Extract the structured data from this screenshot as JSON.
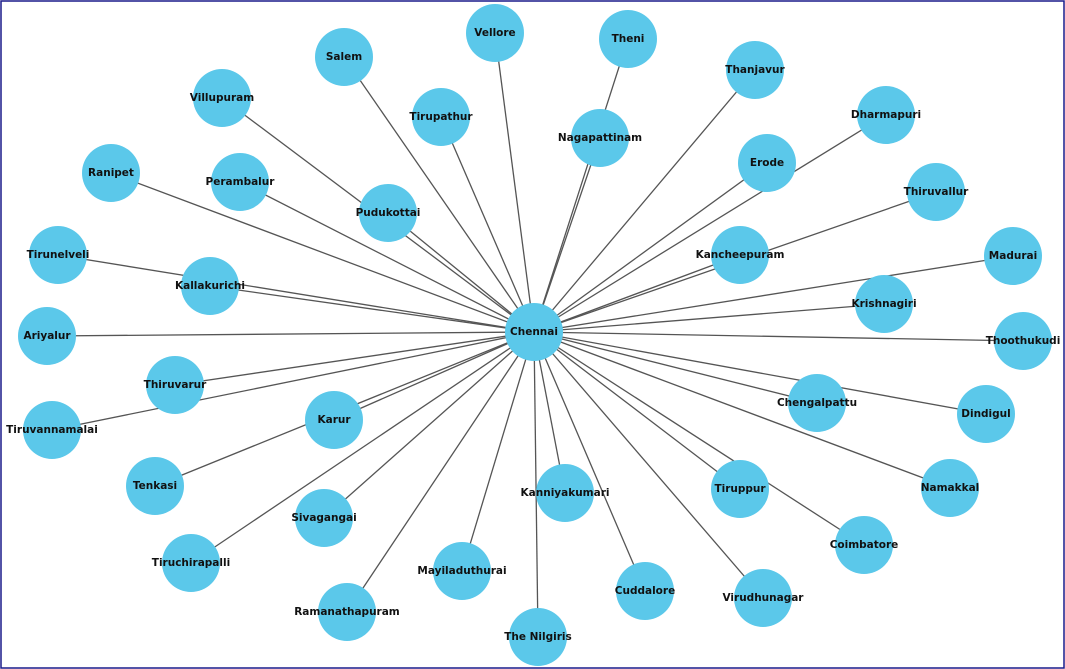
{
  "hub": {
    "id": "chennai",
    "label": "Chennai"
  },
  "nodes": [
    {
      "id": "salem",
      "label": "Salem"
    },
    {
      "id": "vellore",
      "label": "Vellore"
    },
    {
      "id": "theni",
      "label": "Theni"
    },
    {
      "id": "thanjavur",
      "label": "Thanjavur"
    },
    {
      "id": "villupuram",
      "label": "Villupuram"
    },
    {
      "id": "tirupathur",
      "label": "Tirupathur"
    },
    {
      "id": "nagapattinam",
      "label": "Nagapattinam"
    },
    {
      "id": "dharmapuri",
      "label": "Dharmapuri"
    },
    {
      "id": "ranipet",
      "label": "Ranipet"
    },
    {
      "id": "perambalur",
      "label": "Perambalur"
    },
    {
      "id": "erode",
      "label": "Erode"
    },
    {
      "id": "pudukottai",
      "label": "Pudukottai"
    },
    {
      "id": "thiruvallur",
      "label": "Thiruvallur"
    },
    {
      "id": "tirunelveli",
      "label": "Tirunelveli"
    },
    {
      "id": "kancheepuram",
      "label": "Kancheepuram"
    },
    {
      "id": "madurai",
      "label": "Madurai"
    },
    {
      "id": "kallakurichi",
      "label": "Kallakurichi"
    },
    {
      "id": "krishnagiri",
      "label": "Krishnagiri"
    },
    {
      "id": "ariyalur",
      "label": "Ariyalur"
    },
    {
      "id": "thoothukudi",
      "label": "Thoothukudi"
    },
    {
      "id": "thiruvarur",
      "label": "Thiruvarur"
    },
    {
      "id": "chengalpattu",
      "label": "Chengalpattu"
    },
    {
      "id": "dindigul",
      "label": "Dindigul"
    },
    {
      "id": "tiruvannamalai",
      "label": "Tiruvannamalai"
    },
    {
      "id": "karur",
      "label": "Karur"
    },
    {
      "id": "tenkasi",
      "label": "Tenkasi"
    },
    {
      "id": "kanniyakumari",
      "label": "Kanniyakumari"
    },
    {
      "id": "tiruppur",
      "label": "Tiruppur"
    },
    {
      "id": "namakkal",
      "label": "Namakkal"
    },
    {
      "id": "sivagangai",
      "label": "Sivagangai"
    },
    {
      "id": "coimbatore",
      "label": "Coimbatore"
    },
    {
      "id": "tiruchirapalli",
      "label": "Tiruchirapalli"
    },
    {
      "id": "mayiladuthurai",
      "label": "Mayiladuthurai"
    },
    {
      "id": "cuddalore",
      "label": "Cuddalore"
    },
    {
      "id": "virudhunagar",
      "label": "Virudhunagar"
    },
    {
      "id": "ramanathapuram",
      "label": "Ramanathapuram"
    },
    {
      "id": "the-nilgiris",
      "label": "The Nilgiris"
    }
  ],
  "colors": {
    "node": "#5bc8ea",
    "edge": "#555555",
    "text": "#111111",
    "frame": "#1a1a8a"
  }
}
